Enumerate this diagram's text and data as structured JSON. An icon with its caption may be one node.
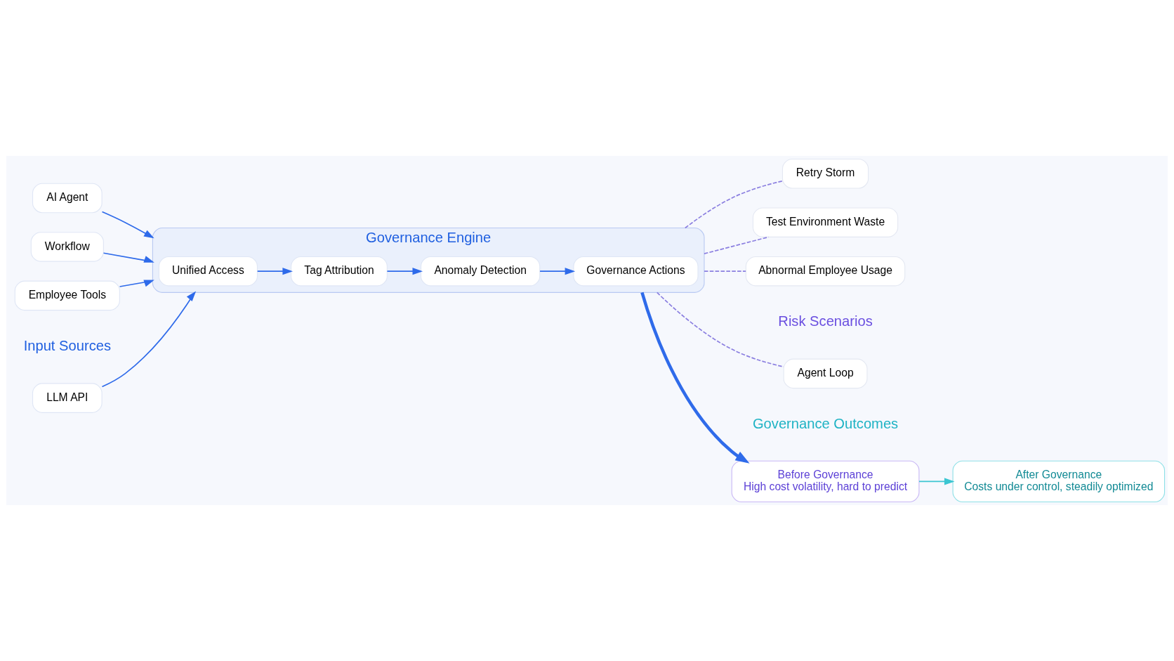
{
  "diagram": {
    "nodes": [
      {
        "text": [
          "LLM API"
        ]
      },
      {
        "text": [
          "AI Agent"
        ]
      },
      {
        "text": [
          "Workflow"
        ]
      },
      {
        "text": [
          "Employee Tools"
        ]
      },
      {
        "text": [
          "Governance Engine"
        ]
      },
      {
        "text": [
          "Unified Access"
        ],
        "in": 4
      },
      {
        "text": [
          "Tag Attribution"
        ],
        "in": 4
      },
      {
        "text": [
          "Anomaly Detection"
        ],
        "in": 4
      },
      {
        "text": [
          "Governance Actions"
        ],
        "in": 4
      },
      {
        "text": [
          "Agent Loop"
        ]
      },
      {
        "text": [
          "Retry Storm"
        ]
      },
      {
        "text": [
          "Test Environment Waste"
        ]
      },
      {
        "text": [
          "Abnormal Employee Usage"
        ]
      },
      {
        "text": [
          "Before Governance",
          "High cost volatility, hard to predict"
        ]
      },
      {
        "text": [
          "After Governance",
          "Costs under control, steadily optimized"
        ]
      }
    ],
    "edges": [
      {
        "from": 0,
        "to": 4,
        "arrow": "to"
      },
      {
        "from": 1,
        "to": 4,
        "arrow": "to"
      },
      {
        "from": 2,
        "to": 4,
        "arrow": "to"
      },
      {
        "from": 3,
        "to": 4,
        "arrow": "to"
      },
      {
        "from": 5,
        "to": 6,
        "arrow": "to"
      },
      {
        "from": 6,
        "to": 7,
        "arrow": "to"
      },
      {
        "from": 7,
        "to": 8,
        "arrow": "to"
      },
      {
        "from": 4,
        "to": 13,
        "arrow": "to",
        "style": "thick"
      },
      {
        "from": 13,
        "to": 14,
        "arrow": "to",
        "color": "#3cc6d2"
      },
      {
        "from": 4,
        "to": 9,
        "arrow": "none",
        "style": "dashed",
        "color": "#8b7fe0"
      },
      {
        "from": 4,
        "to": 10,
        "arrow": "none",
        "style": "dashed",
        "color": "#8b7fe0"
      },
      {
        "from": 4,
        "to": 11,
        "arrow": "none",
        "style": "dashed",
        "color": "#8b7fe0"
      },
      {
        "from": 4,
        "to": 12,
        "arrow": "none",
        "style": "dashed",
        "color": "#8b7fe0"
      }
    ],
    "labels": [
      "Input Sources",
      "Governance Outcomes",
      "Risk Scenarios"
    ]
  }
}
